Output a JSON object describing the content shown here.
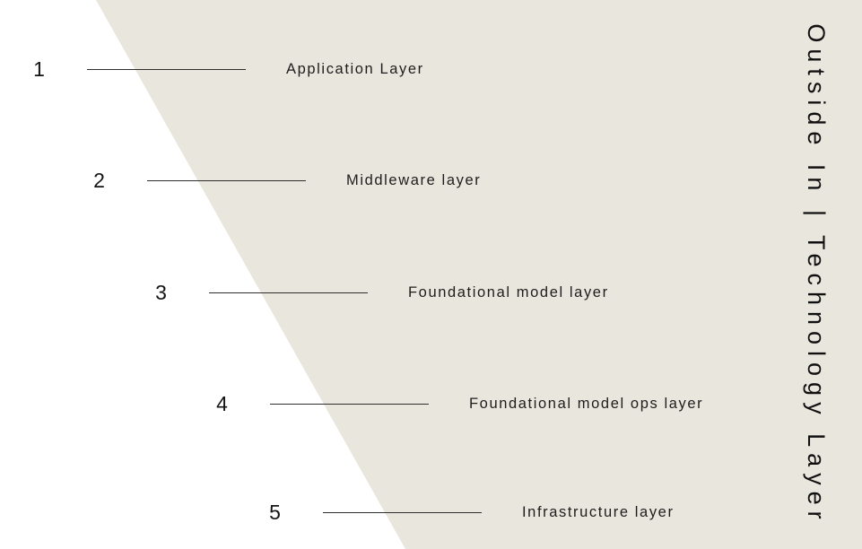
{
  "title": "Outside In | Technology Layer",
  "layers": [
    {
      "number": "1",
      "label": "Application Layer"
    },
    {
      "number": "2",
      "label": "Middleware layer"
    },
    {
      "number": "3",
      "label": "Foundational model layer"
    },
    {
      "number": "4",
      "label": "Foundational model ops layer"
    },
    {
      "number": "5",
      "label": "Infrastructure layer"
    }
  ],
  "colors": {
    "background": "#ffffff",
    "wedge": "#e9e6de",
    "text": "#141414",
    "line": "#2e2e2e"
  }
}
